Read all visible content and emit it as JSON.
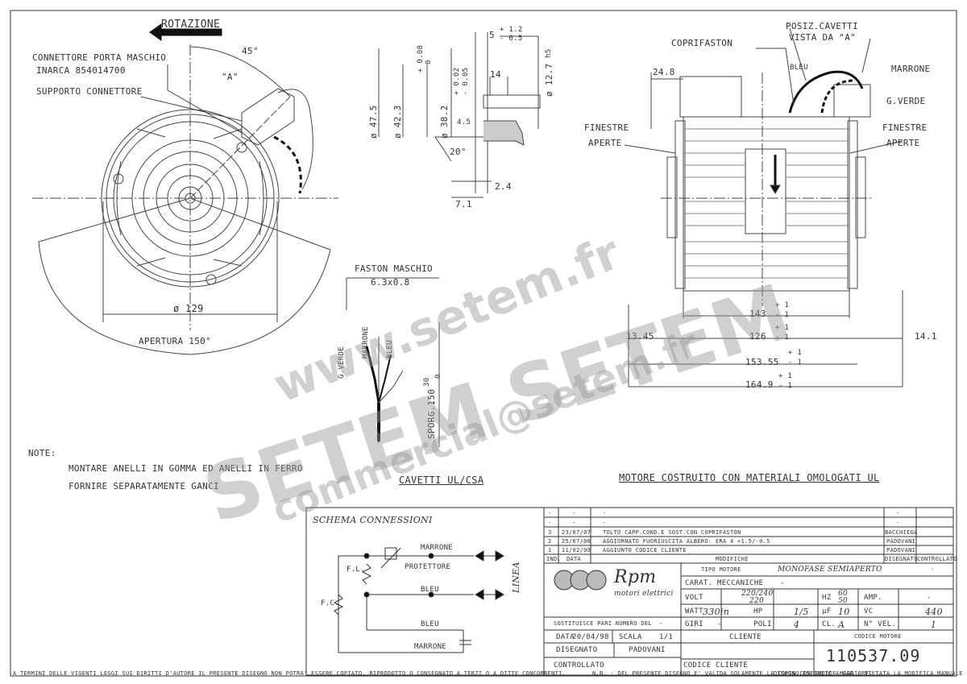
{
  "rotation_label": "ROTAZIONE",
  "front_view": {
    "angle_45": "45°",
    "view_a": "\"A\"",
    "connector_male": "CONNETTORE PORTA MASCHIO",
    "connector_code": "INARCA 854014700",
    "connector_support": "SUPPORTO CONNETTORE",
    "diameter": "ø 129",
    "opening": "APERTURA 150°"
  },
  "shaft_detail": {
    "tol_top": "5",
    "tol_plus": "+ 1.2",
    "tol_minus": "- 0.5",
    "d475": "ø 47.5",
    "d423": "ø 42.3",
    "d423_tol_plus": "+ 0.08",
    "d423_tol_minus": "0",
    "d382": "ø 38.2",
    "d382_tol_plus": "+ 0.02",
    "d382_tol_minus": "- 0.05",
    "d127": "ø 12.7",
    "d127_tol": "h5",
    "dim14": "14",
    "dim45": "4.5",
    "angle20": "20°",
    "dim24": "2.4",
    "dim71": "7.1"
  },
  "side_view": {
    "cable_position": "POSIZ.CAVETTI",
    "view_from": "VISTA DA \"A\"",
    "faston_cover": "COPRIFASTON",
    "bleu": "BLEU",
    "marrone": "MARRONE",
    "gverde": "G.VERDE",
    "dim248": "24.8",
    "open_windows_left_1": "FINESTRE",
    "open_windows_left_2": "APERTE",
    "open_windows_right_1": "FINESTRE",
    "open_windows_right_2": "APERTE",
    "dim143": "143",
    "dim126": "126",
    "dim1345": "13.45",
    "dim141": "14.1",
    "dim15355": "153.55",
    "dim1649": "164.9",
    "tol_plus": "+ 1",
    "tol_minus": "- 1"
  },
  "cables": {
    "faston": "FASTON MASCHIO",
    "faston_size": "6.3x0.8",
    "gverde": "G.VERDE",
    "marrone": "MARRONE",
    "bleu": "BLEU",
    "protrusion": "SPORG.150",
    "tol30": "30",
    "tol0": "0",
    "label": "CAVETTI UL/CSA"
  },
  "notes": {
    "title": "NOTE:",
    "line1": "MONTARE ANELLI IN GOMMA ED ANELLI IN FERRO",
    "line2": "FORNIRE SEPARATAMENTE GANCI"
  },
  "ul_statement": "MOTORE COSTRUITO CON MATERIALI OMOLOGATI UL",
  "schema": {
    "title": "SCHEMA CONNESSIONI",
    "marrone": "MARRONE",
    "protettore": "PROTETTORE",
    "bleu": "BLEU",
    "linea": "LINEA",
    "fl": "F.L.",
    "fc": "F.C.",
    "bleu2": "BLEU",
    "marrone2": "MARRONE"
  },
  "revisions": [
    {
      "n": "-",
      "date": "-",
      "desc": "-",
      "by": "-"
    },
    {
      "n": "-",
      "date": "-",
      "desc": "-",
      "by": "-"
    },
    {
      "n": "3",
      "date": "23/07/07",
      "desc": "TOLTO CAPP.COND.E SOST.CON COPRIFASTON",
      "by": "BACCHIEGA"
    },
    {
      "n": "2",
      "date": "25/07/06",
      "desc": "AGGIORNATO FUORIUSCITA ALBERO: ERA 4 +1.5/-0.5",
      "by": "PADOVANI"
    },
    {
      "n": "1",
      "date": "11/02/99",
      "desc": "AGGIUNTO CODICE CLIENTE",
      "by": "PADOVANI"
    }
  ],
  "rev_header": {
    "ind": "IND.",
    "date": "DATA",
    "mods": "MODIFICHE",
    "drawn": "DISEGNATO",
    "checked": "CONTROLLATO"
  },
  "brand": {
    "name": "Rpm",
    "sub": "motori elettrici"
  },
  "motor": {
    "type_label": "TIPO MOTORE",
    "type": "MONOFASE SEMIAPERTO",
    "type_dash": "-",
    "mech_label": "CARAT. MECCANICHE",
    "mech_val": "-",
    "volt_label": "VOLT",
    "volt_a": "220/240",
    "volt_b": "220",
    "hz_label": "HZ",
    "hz_a": "60",
    "hz_b": "50",
    "amp_label": "AMP.",
    "amp_val": "-",
    "watt_label": "WATT",
    "watt": "330in",
    "hp_label": "HP",
    "hp": "1/5",
    "uf_label": "µF",
    "uf": "10",
    "vc_label": "VC",
    "vc": "440",
    "giri_label": "GIRI",
    "giri": "-",
    "poli_label": "POLI",
    "poli": "4",
    "cl_label": "CL.",
    "cl": "A",
    "nvel_label": "N° VEL.",
    "nvel": "1"
  },
  "admin": {
    "replaces_label": "SOSTITUISCE PARI NUMERO DEL",
    "replaces_val": "-",
    "data_label": "DATA",
    "data_val": "20/04/98",
    "scala_label": "SCALA",
    "scala_val": "1/1",
    "cliente_label": "CLIENTE",
    "codice_motore_label": "CODICE MOTORE",
    "drawn_label": "DISEGNATO",
    "drawn_val": "PADOVANI",
    "controlled_label": "CONTROLLATO",
    "client_code_label": "CODICE CLIENTE",
    "code": "110537.09"
  },
  "footer": {
    "left": "A TERMINI DELLE VIGENTI LEGGI SUI DIRITTI D'AUTORE IL PRESENTE DISEGNO NON POTRA' ESSERE COPIATO, RIPRODOTTO O CONSEGNATO A TERZI O A DITTE CONCORRENTI.",
    "mid": "N.B. - DEL PRESENTE DISEGNO E' VALIDA SOLAMENTE LA COPIA CON INDICE MAGGIORE.",
    "right": "DISEGNO ESEGUITO A CAD - VIETATA LA MODIFICA MANUALE"
  },
  "watermark": {
    "url": "www.setem.fr",
    "brand": "SETEM SETEM",
    "email": "commercial@setem.fr"
  }
}
